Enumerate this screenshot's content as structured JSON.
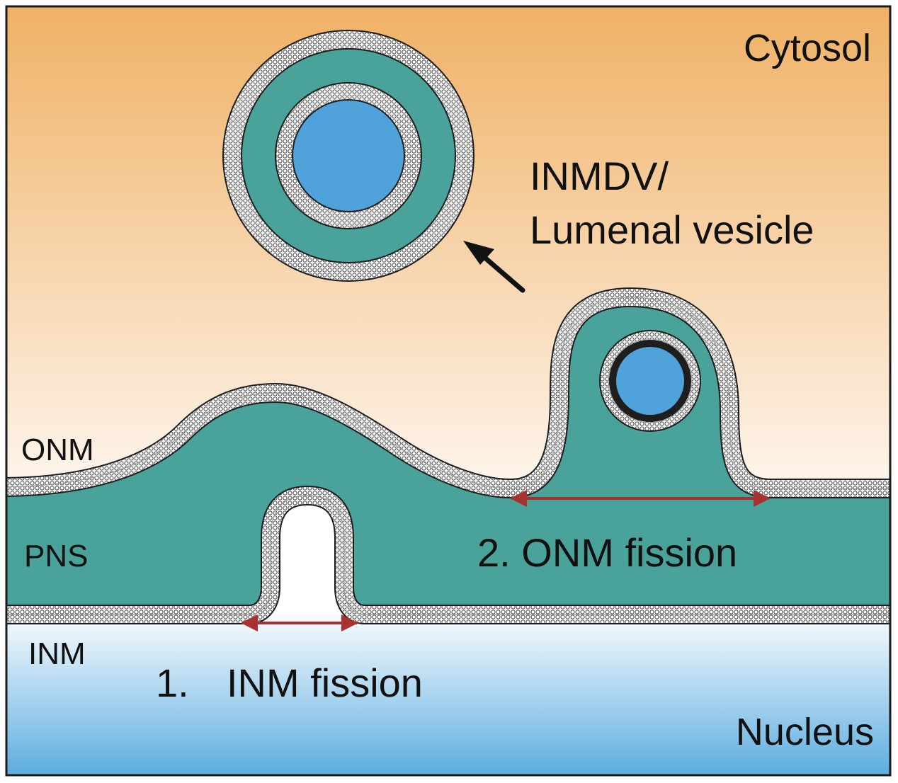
{
  "labels": {
    "cytosol": "Cytosol",
    "nucleus": "Nucleus",
    "onm": "ONM",
    "pns": "PNS",
    "inm": "INM",
    "vesicle_line1": "INMDV/",
    "vesicle_line2": "Lumenal vesicle",
    "step1_number": "1.",
    "step1_text": "INM fission",
    "step2": "2. ONM fission"
  },
  "colors": {
    "cytosol_top": "#efb165",
    "cytosol_bottom": "#fef6ee",
    "nucleus_top": "#ffffff",
    "nucleus_bottom": "#59abdf",
    "perinuclear_space": "#4aa39a",
    "vesicle_lumen": "#4fa2da",
    "membrane_fill": "#f2f2f2",
    "membrane_edge": "#1e1e1e",
    "fission_arrow": "#a83232",
    "pointer_arrow": "#111111",
    "frame": "#1a1a1a"
  },
  "icons": {
    "membrane": "lipid-bilayer-icon",
    "arrow": "arrow-up-left-icon"
  }
}
